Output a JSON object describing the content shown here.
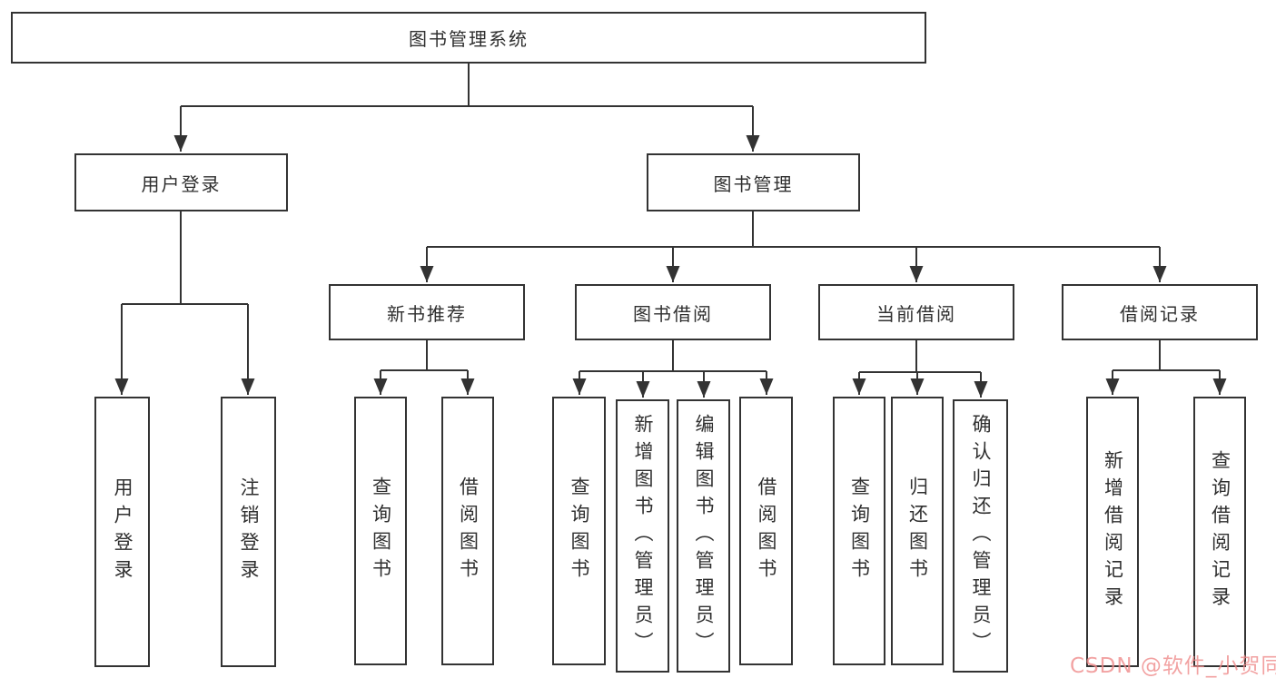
{
  "colors": {
    "line": "#333333",
    "box_border": "#333333",
    "text": "#2f2f2f",
    "background": "#ffffff",
    "watermark": "#ef8c8c"
  },
  "watermark": {
    "text": "CSDN @软件_小贺同学"
  },
  "tree": {
    "label": "图书管理系统",
    "children": [
      {
        "label": "用户登录",
        "children": [
          {
            "label": "用户登录"
          },
          {
            "label": "注销登录"
          }
        ]
      },
      {
        "label": "图书管理",
        "children": [
          {
            "label": "新书推荐",
            "children": [
              {
                "label": "查询图书"
              },
              {
                "label": "借阅图书"
              }
            ]
          },
          {
            "label": "图书借阅",
            "children": [
              {
                "label": "查询图书"
              },
              {
                "label": "新增图书（管理员）"
              },
              {
                "label": "编辑图书（管理员）"
              },
              {
                "label": "借阅图书"
              }
            ]
          },
          {
            "label": "当前借阅",
            "children": [
              {
                "label": "查询图书"
              },
              {
                "label": "归还图书"
              },
              {
                "label": "确认归还（管理员）"
              }
            ]
          },
          {
            "label": "借阅记录",
            "children": [
              {
                "label": "新增借阅记录"
              },
              {
                "label": "查询借阅记录"
              }
            ]
          }
        ]
      }
    ]
  }
}
